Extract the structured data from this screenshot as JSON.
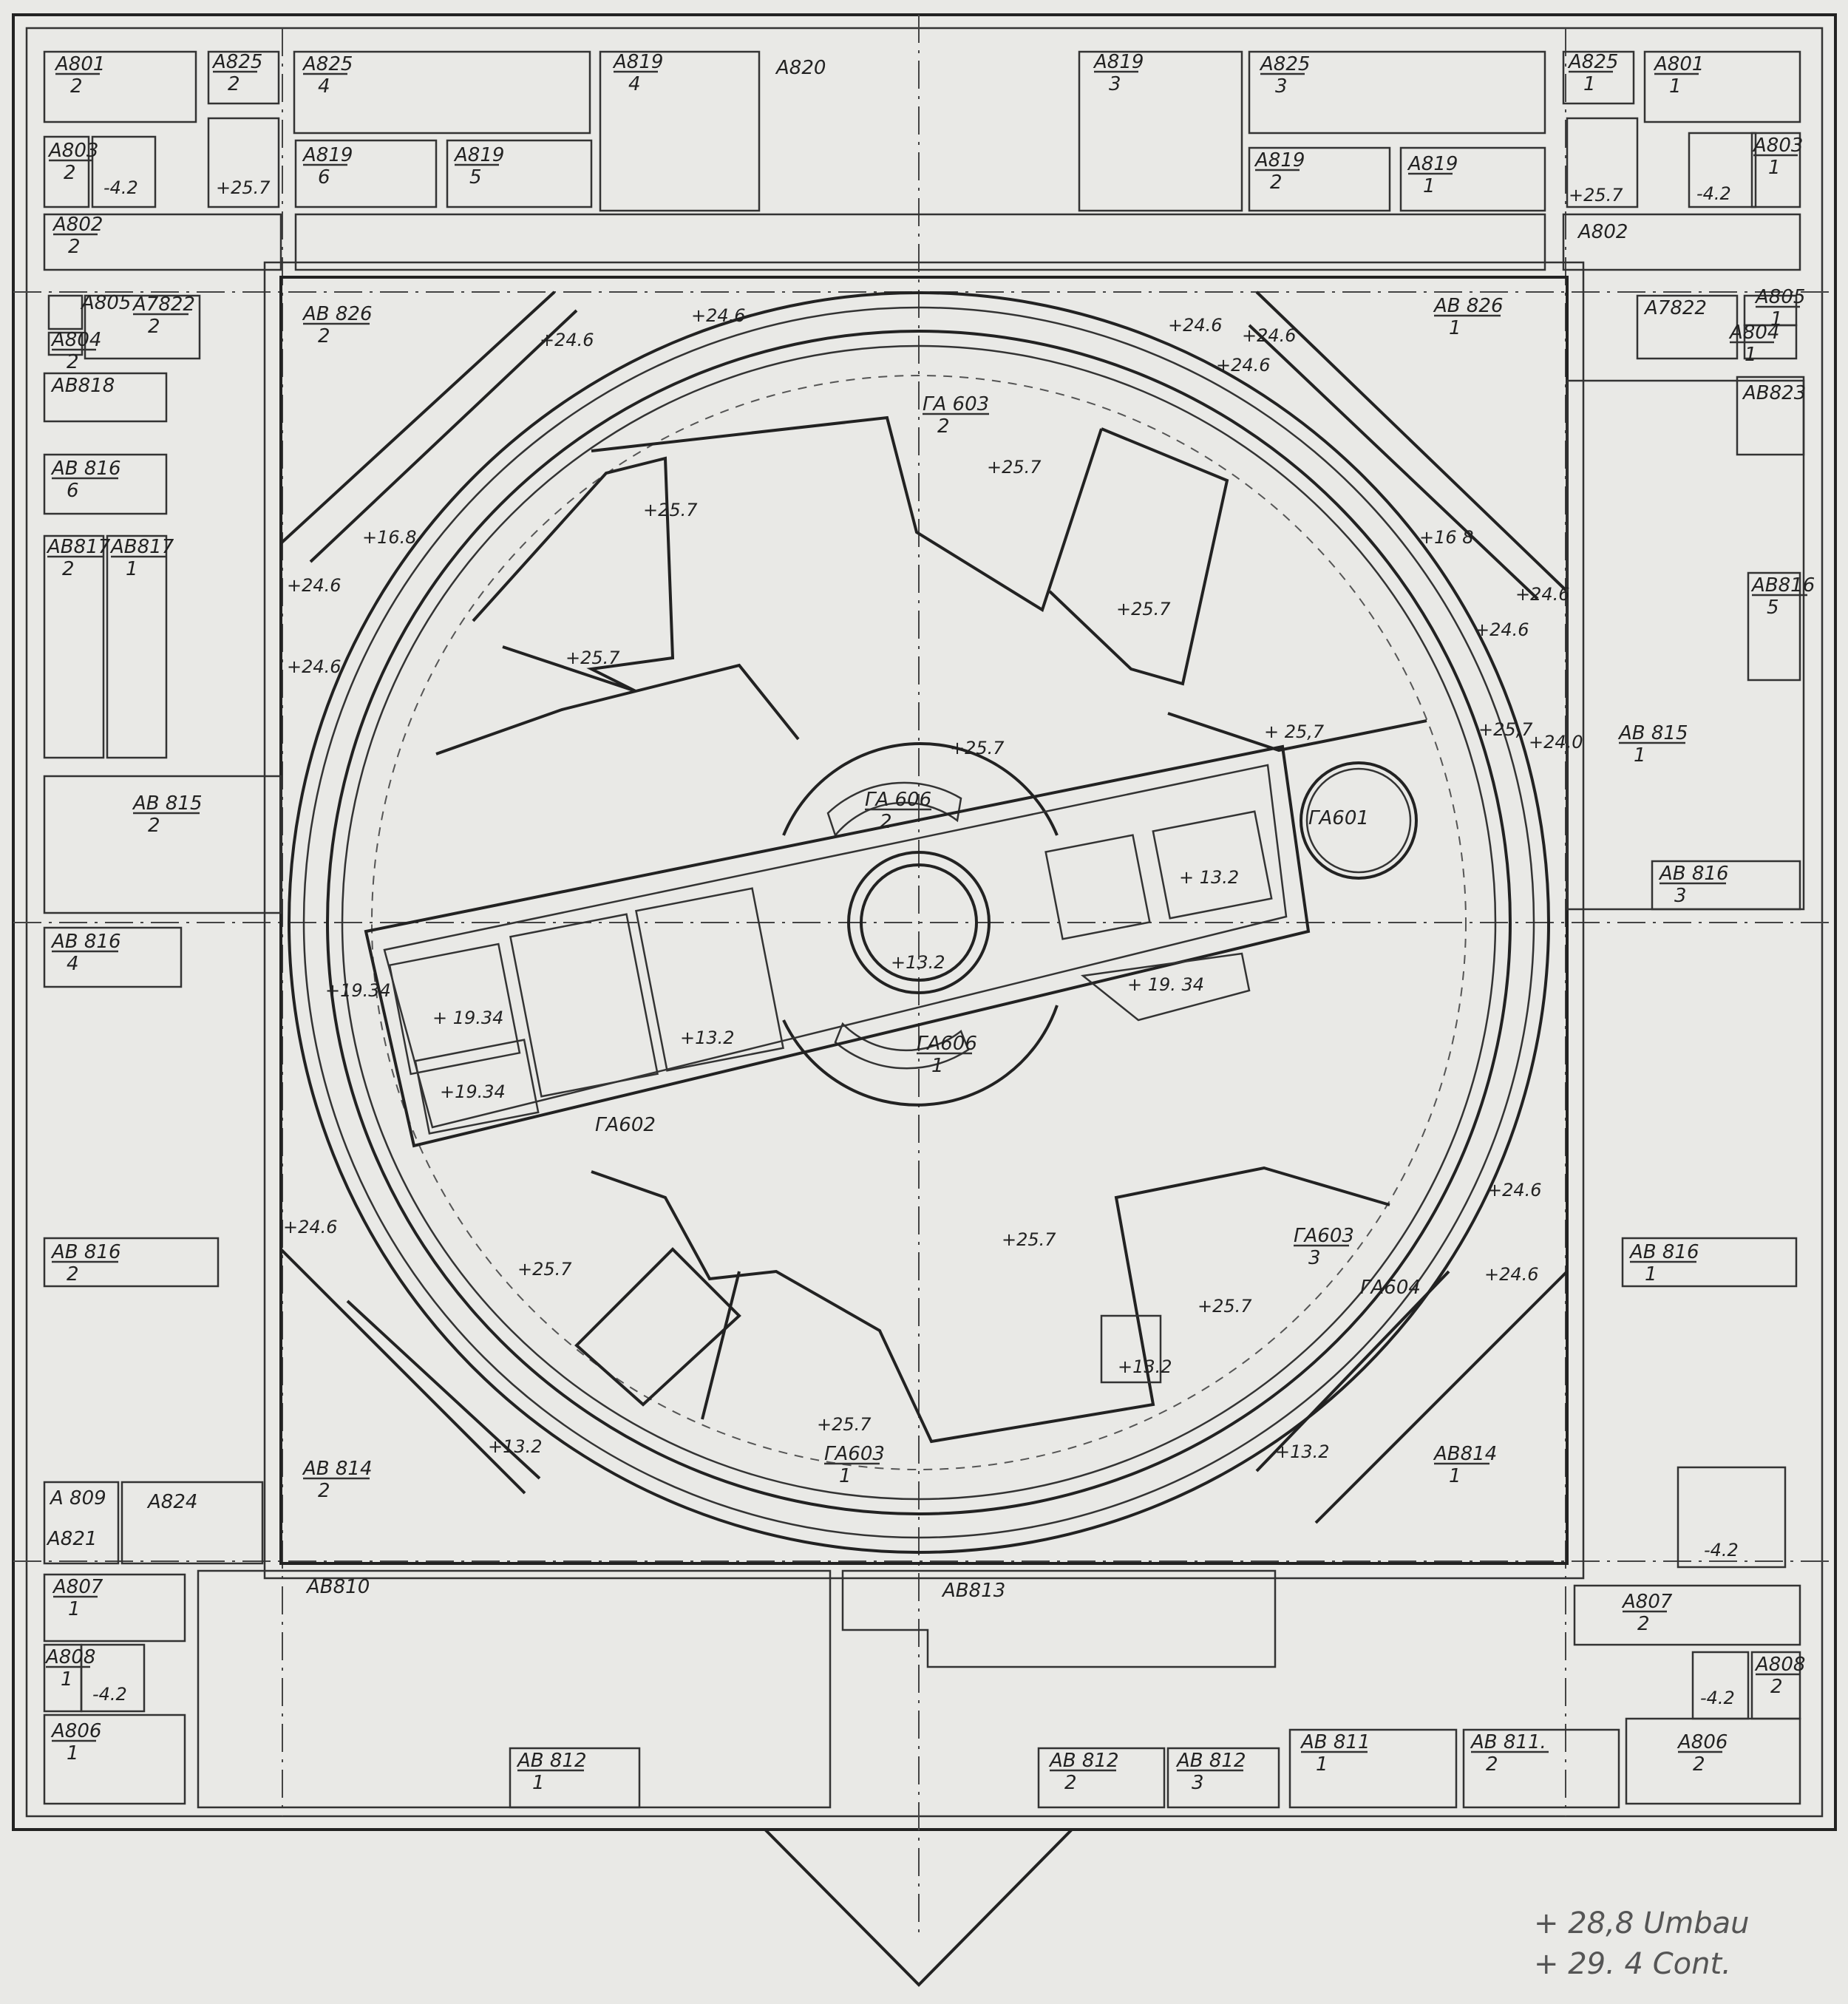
{
  "rooms": {
    "a801_2": [
      "А801",
      "2"
    ],
    "a825_2": [
      "А825",
      "2"
    ],
    "a825_4": [
      "А825",
      "4"
    ],
    "a819_4": [
      "А819",
      "4"
    ],
    "a820": [
      "А820",
      ""
    ],
    "a819_3": [
      "А819",
      "3"
    ],
    "a825_3": [
      "А825",
      "3"
    ],
    "a825_1": [
      "А825",
      "1"
    ],
    "a801_1": [
      "А801",
      "1"
    ],
    "a803_2": [
      "А803",
      "2"
    ],
    "a819_6": [
      "А819",
      "6"
    ],
    "a819_5": [
      "А819",
      "5"
    ],
    "a819_2": [
      "А819",
      "2"
    ],
    "a819_1": [
      "А819",
      "1"
    ],
    "a803_1": [
      "А803",
      "1"
    ],
    "a802_2": [
      "А802",
      "2"
    ],
    "a802": [
      "А802",
      ""
    ],
    "a805_2": [
      "А805",
      ""
    ],
    "a7822_2": [
      "А7822",
      "2"
    ],
    "a804_2": [
      "А804",
      "2"
    ],
    "a7822": [
      "А7822",
      ""
    ],
    "a805_1": [
      "А805",
      "1"
    ],
    "a804_1": [
      "А804",
      "1"
    ],
    "ab826_2": [
      "АВ 826",
      "2"
    ],
    "ab826_1": [
      "АВ 826",
      "1"
    ],
    "ab818": [
      "АВ818",
      ""
    ],
    "ab823": [
      "АВ823",
      ""
    ],
    "ab816_6": [
      "АВ 816",
      "6"
    ],
    "ab817_2": [
      "АВ817",
      "2"
    ],
    "ab817_1": [
      "АВ817",
      "1"
    ],
    "ab816_5": [
      "АВ816",
      "5"
    ],
    "ab815_2": [
      "АВ 815",
      "2"
    ],
    "ab815_1": [
      "АВ 815",
      "1"
    ],
    "ab816_3": [
      "АВ 816",
      "3"
    ],
    "ab816_4": [
      "АВ 816",
      "4"
    ],
    "ab816_2": [
      "АВ 816",
      "2"
    ],
    "ab816_1": [
      "АВ 816",
      "1"
    ],
    "ab814_2": [
      "АВ 814",
      "2"
    ],
    "ab814_1": [
      "АВ814",
      "1"
    ],
    "a809": [
      "А 809",
      ""
    ],
    "a824": [
      "А824",
      ""
    ],
    "a821": [
      "А821",
      ""
    ],
    "a807_1": [
      "А807",
      "1"
    ],
    "a807_2": [
      "А807",
      "2"
    ],
    "a808_1": [
      "А808",
      "1"
    ],
    "a808_2": [
      "А808",
      "2"
    ],
    "a806_1": [
      "А806",
      "1"
    ],
    "a806_2": [
      "А806",
      "2"
    ],
    "ab810": [
      "АВ810",
      ""
    ],
    "ab813": [
      "АВ813",
      ""
    ],
    "ab812_1": [
      "АВ 812",
      "1"
    ],
    "ab812_2": [
      "АВ 812",
      "2"
    ],
    "ab812_3": [
      "АВ 812",
      "3"
    ],
    "ab811_1": [
      "АВ 811",
      "1"
    ],
    "ab811_2": [
      "АВ 811.",
      "2"
    ],
    "ga603_2": [
      "ГА 603",
      "2"
    ],
    "ga603_3": [
      "ГА603",
      "3"
    ],
    "ga603_1": [
      "ГА603",
      "1"
    ],
    "ga606_2": [
      "ГА 606",
      "2"
    ],
    "ga606_1": [
      "ГА606",
      "1"
    ],
    "ga601": [
      "ГА601",
      ""
    ],
    "ga602": [
      "ГА602",
      ""
    ],
    "ga604": [
      "ГА604",
      ""
    ]
  },
  "elevations": {
    "e_m42_l": "-4.2",
    "e_257_l": "+25.7",
    "e_257_r": "+25.7",
    "e_m42_r": "-4.2",
    "e_246_a": "+24.6",
    "e_246_b": "+24.6",
    "e_246_c": "+24.6",
    "e_246_d": "+24.6",
    "e_246_e": "+24.6",
    "e_246_f": "+24.6",
    "e_246_g": "+24.6",
    "e_246_h": "+24.6",
    "e_246_i": "+24.6",
    "e_246_j": "+24.6",
    "e_246_k": "+24.6",
    "e_246_l": "+24.6",
    "e_168_l": "+16.8",
    "e_168_r": "+16 8",
    "e_257_1": "+25.7",
    "e_257_2": "+25.7",
    "e_257_3": "+25.7",
    "e_257_4": "+25.7",
    "e_257_5": "+ 25,7",
    "e_257_6": "+25.7",
    "e_257_7": "+25.7",
    "e_257_8": "+25.7",
    "e_257_9": "+25.7",
    "e_257_10": "+25.7",
    "e_257_11": "+25,7",
    "e_132_1": "+ 13.2",
    "e_132_2": "+13.2",
    "e_132_3": "+13.2",
    "e_132_4": "+13.2",
    "e_132_5": "+13.2",
    "e_132_6": "+13.2",
    "e_1934_1": "+19.34",
    "e_1934_2": "+ 19.34",
    "e_1934_3": "+19.34",
    "e_1934_4": "+ 19. 34",
    "e_m42_b1": "-4.2",
    "e_m42_b2": "-4.2",
    "e_m42_b3": "-4.2",
    "e_246_m": "+24.0"
  },
  "notes": {
    "line1": "+ 28,8 Umbau",
    "line2": "+ 29. 4 Cont."
  }
}
